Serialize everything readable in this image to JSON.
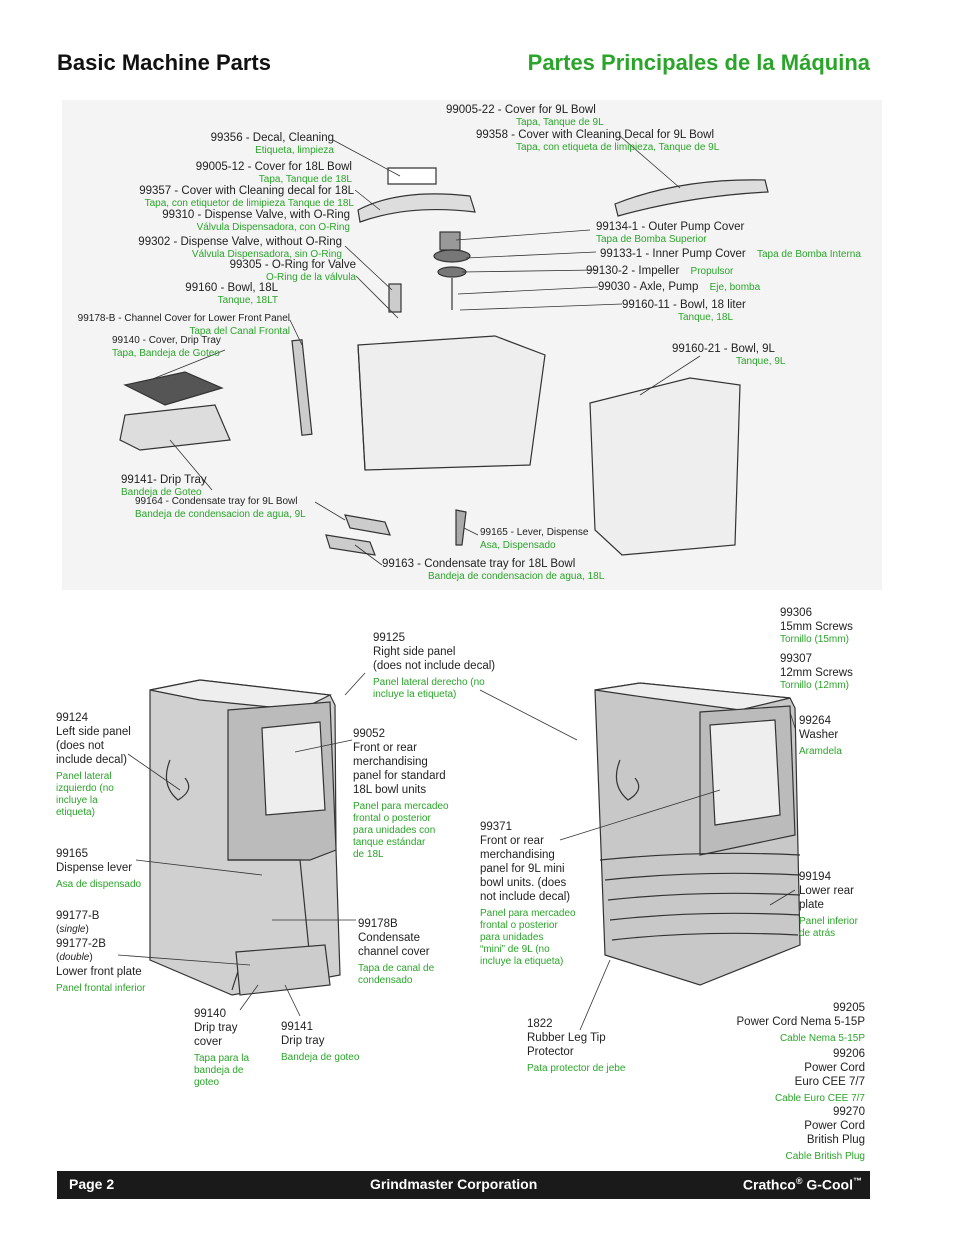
{
  "header": {
    "title_en": "Basic Machine Parts",
    "title_es": "Partes Principales de la Máquina"
  },
  "top_parts": [
    {
      "en": "99005-22 - Cover for 9L Bowl",
      "es": "Tapa, Tanque de 9L"
    },
    {
      "en": "99358 - Cover with Cleaning Decal for 9L Bowl",
      "es": "Tapa, con etiqueta de limipieza, Tanque de 9L"
    },
    {
      "en": "99356 - Decal, Cleaning",
      "es": "Etiqueta, limpieza"
    },
    {
      "en": "99005-12 - Cover for 18L Bowl",
      "es": "Tapa, Tanque de 18L"
    },
    {
      "en": "99357 - Cover with Cleaning decal for 18L",
      "es": "Tapa, con etiquetor de limipieza Tanque de 18L"
    },
    {
      "en": "99310 - Dispense Valve, with O-Ring",
      "es": "Válvula Dispensadora, con O-Ring"
    },
    {
      "en": "99302 - Dispense Valve, without O-Ring",
      "es": "Válvula Dispensadora, sin O-Ring"
    },
    {
      "en": "99305 - O-Ring for Valve",
      "es": "O-Ring de la válvula"
    },
    {
      "en": "99160 - Bowl, 18L",
      "es": "Tanque, 18LT"
    },
    {
      "en": "99178-B - Channel Cover for Lower Front Panel",
      "es": "Tapa del Canal Frontal"
    },
    {
      "en": "99140 - Cover, Drip Tray",
      "es": "Tapa, Bandeja de Goteo"
    },
    {
      "en": "99134-1 - Outer Pump Cover",
      "es": "Tapa de Bomba Superior"
    },
    {
      "en": "99133-1 - Inner Pump Cover",
      "es": "Tapa de Bomba Interna"
    },
    {
      "en": "99130-2 - Impeller",
      "es": "Propulsor"
    },
    {
      "en": "99030 - Axle, Pump",
      "es": "Eje, bomba"
    },
    {
      "en": "99160-11 - Bowl,  18 liter",
      "es": "Tanque, 18L"
    },
    {
      "en": "99160-21 - Bowl, 9L",
      "es": "Tanque, 9L"
    },
    {
      "en": "99141- Drip Tray",
      "es": "Bandeja de Goteo"
    },
    {
      "en": "99164 - Condensate tray for 9L Bowl",
      "es": "Bandeja de condensacion de agua, 9L"
    },
    {
      "en": "99165 - Lever, Dispense",
      "es": "Asa, Dispensado"
    },
    {
      "en": "99163 - Condensate tray for 18L Bowl",
      "es": "Bandeja de condensacion de agua, 18L"
    }
  ],
  "left_machine": {
    "p99125": {
      "code": "99125",
      "l1": "Right side panel",
      "l2": "(does not include decal)",
      "es1": "Panel lateral derecho (no",
      "es2": "incluye la etiqueta)"
    },
    "p99124": {
      "code": "99124",
      "l1": "Left side panel",
      "l2": "(does not",
      "l3": "include decal)",
      "es1": "Panel lateral",
      "es2": "izquierdo (no",
      "es3": "incluye la",
      "es4": "etiqueta)"
    },
    "p99052": {
      "code": "99052",
      "l1": "Front or rear",
      "l2": "merchandising",
      "l3": "panel for standard",
      "l4": "18L bowl units",
      "es1": "Panel para mercadeo",
      "es2": "frontal o posterior",
      "es3": "para unidades con",
      "es4": "tanque estándar",
      "es5": "de 18L"
    },
    "p99165": {
      "code": "99165",
      "l1": "Dispense lever",
      "es1": "Asa de dispensado"
    },
    "p99177": {
      "code1": "99177-B",
      "single": "single",
      "code2": "99177-2B",
      "double": "double",
      "l1": "Lower front plate",
      "es1": "Panel frontal inferior"
    },
    "p99178": {
      "code": "99178B",
      "l1": "Condensate",
      "l2": "channel cover",
      "es1": "Tapa de canal de",
      "es2": "condensado"
    },
    "p99140": {
      "code": "99140",
      "l1": "Drip tray",
      "l2": "cover",
      "es1": "Tapa para la",
      "es2": "bandeja de",
      "es3": "goteo"
    },
    "p99141": {
      "code": "99141",
      "l1": "Drip tray",
      "es1": "Bandeja de goteo"
    }
  },
  "right_machine": {
    "p99306": {
      "code": "99306",
      "l1": "15mm Screws",
      "es1": "Tornillo (15mm)"
    },
    "p99307": {
      "code": "99307",
      "l1": "12mm Screws",
      "es1": "Tornillo (12mm)"
    },
    "p99264": {
      "code": "99264",
      "l1": "Washer",
      "es1": "Aramdela"
    },
    "p99371": {
      "code": "99371",
      "l1": "Front or rear",
      "l2": "merchandising",
      "l3": "panel for 9L mini",
      "l4": "bowl units. (does",
      "l5": "not include decal)",
      "es1": "Panel para mercadeo",
      "es2": "frontal o posterior",
      "es3": "para unidades",
      "es4": "“mini” de 9L (no",
      "es5": "incluye la etiqueta)"
    },
    "p99194": {
      "code": "99194",
      "l1": "Lower rear",
      "l2": "plate",
      "es1": "Panel inferior",
      "es2": "de atrás"
    },
    "p1822": {
      "code": "1822",
      "l1": "Rubber Leg Tip",
      "l2": "Protector",
      "es1": "Pata protector de jebe"
    },
    "p99205": {
      "code": "99205",
      "l1": "Power Cord Nema 5-15P",
      "es1": "Cable Nema 5-15P"
    },
    "p99206": {
      "code": "99206",
      "l1": "Power Cord",
      "l2": "Euro CEE 7/7",
      "es1": "Cable Euro CEE 7/7"
    },
    "p99270": {
      "code": "99270",
      "l1": "Power Cord",
      "l2": "British Plug",
      "es1": "Cable British Plug"
    }
  },
  "footer": {
    "page": "Page 2",
    "company": "Grindmaster Corporation",
    "brand": "Crathco",
    "reg": "®",
    "product": " G-Cool",
    "tm": "™"
  }
}
